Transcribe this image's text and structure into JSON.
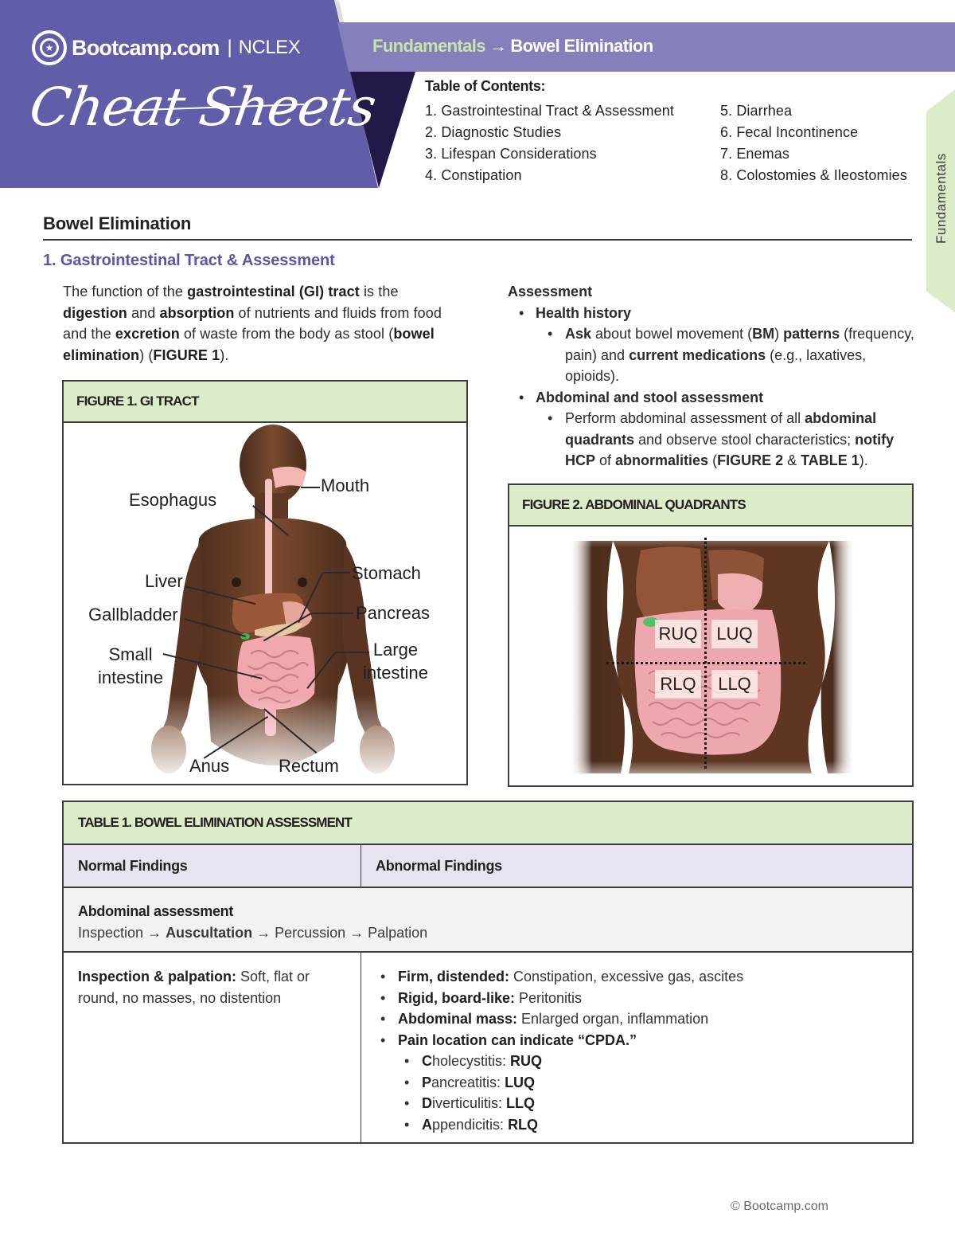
{
  "header": {
    "brand_name": "Bootcamp.com",
    "brand_separator": "|",
    "brand_product": "NCLEX",
    "title_script": "Cheat Sheets",
    "breadcrumb": {
      "section": "Fundamentals",
      "arrow": "→",
      "topic": "Bowel Elimination"
    },
    "colors": {
      "panel": "#615da8",
      "band": "#8480bb",
      "triangle": "#211a48",
      "breadcrumb_section": "#c9e4a8",
      "side_tab": "#dcebc8",
      "heading_accent": "#5a56a6",
      "figure_header": "#dcebc8",
      "table_header": "#e6e4f1"
    }
  },
  "toc": {
    "title": "Table of Contents:",
    "items": [
      "1. Gastrointestinal Tract & Assessment",
      "2. Diagnostic Studies",
      "3. Lifespan Considerations",
      "4. Constipation",
      "5. Diarrhea",
      "6. Fecal Incontinence",
      "7. Enemas",
      "8. Colostomies & Ileostomies"
    ]
  },
  "side_tab": {
    "label": "Fundamentals"
  },
  "page": {
    "title": "Bowel Elimination",
    "section_heading": "1. Gastrointestinal Tract & Assessment"
  },
  "intro": {
    "segments": [
      {
        "t": "The function of the ",
        "b": false
      },
      {
        "t": "gastrointestinal (GI) tract",
        "b": true
      },
      {
        "t": " is the ",
        "b": false
      },
      {
        "t": "digestion",
        "b": true
      },
      {
        "t": " and ",
        "b": false
      },
      {
        "t": "absorption",
        "b": true
      },
      {
        "t": " of nutrients and fluids from food and the ",
        "b": false
      },
      {
        "t": "excretion",
        "b": true
      },
      {
        "t": " of waste from the body as stool (",
        "b": false
      },
      {
        "t": "bowel elimination",
        "b": true
      },
      {
        "t": ") (",
        "b": false
      },
      {
        "t": "FIGURE 1",
        "b": true
      },
      {
        "t": ").",
        "b": false
      }
    ]
  },
  "assessment": {
    "title": "Assessment",
    "bullet": "•",
    "items": [
      {
        "label": "Health history",
        "sub": [
          {
            "segments": [
              {
                "t": "Ask",
                "b": true
              },
              {
                "t": " about bowel movement (",
                "b": false
              },
              {
                "t": "BM",
                "b": true
              },
              {
                "t": ") ",
                "b": false
              },
              {
                "t": "patterns",
                "b": true
              },
              {
                "t": " (frequency, pain) and ",
                "b": false
              },
              {
                "t": "current medications",
                "b": true
              },
              {
                "t": " (e.g., laxatives, opioids).",
                "b": false
              }
            ]
          }
        ]
      },
      {
        "label": "Abdominal and stool assessment",
        "sub": [
          {
            "segments": [
              {
                "t": "Perform abdominal assessment of all ",
                "b": false
              },
              {
                "t": "abdominal quadrants",
                "b": true
              },
              {
                "t": " and observe stool characteristics; ",
                "b": false
              },
              {
                "t": "notify HCP",
                "b": true
              },
              {
                "t": " of ",
                "b": false
              },
              {
                "t": "abnormalities",
                "b": true
              },
              {
                "t": " (",
                "b": false
              },
              {
                "t": "FIGURE 2",
                "b": true
              },
              {
                "t": " & ",
                "b": false
              },
              {
                "t": "TABLE 1",
                "b": true
              },
              {
                "t": ").",
                "b": false
              }
            ]
          }
        ]
      }
    ]
  },
  "figure1": {
    "title": "FIGURE 1. GI TRACT",
    "labels": {
      "mouth": "Mouth",
      "esophagus": "Esophagus",
      "liver": "Liver",
      "stomach": "Stomach",
      "gallbladder": "Gallbladder",
      "pancreas": "Pancreas",
      "small_intestine": "Small\nintestine",
      "large_intestine": "Large\nintestine",
      "anus": "Anus",
      "rectum": "Rectum"
    }
  },
  "figure2": {
    "title": "FIGURE 2. ABDOMINAL QUADRANTS",
    "quadrants": {
      "ruq": "RUQ",
      "luq": "LUQ",
      "rlq": "RLQ",
      "llq": "LLQ"
    }
  },
  "table1": {
    "title": "TABLE 1. BOWEL ELIMINATION ASSESSMENT",
    "col_normal": "Normal Findings",
    "col_abnormal": "Abnormal Findings",
    "span_title": "Abdominal assessment",
    "span_sequence": [
      {
        "t": "Inspection → ",
        "b": false
      },
      {
        "t": "Auscultation",
        "b": true
      },
      {
        "t": " → Percussion → Palpation",
        "b": false
      }
    ],
    "normal": {
      "label": "Inspection & palpation:",
      "text": " Soft, flat or round, no masses, no distention"
    },
    "abnormal": [
      {
        "label": "Firm, distended:",
        "text": " Constipation, excessive gas, ascites",
        "level": 1
      },
      {
        "label": "Rigid, board-like:",
        "text": " Peritonitis",
        "level": 1
      },
      {
        "label": "Abdominal mass:",
        "text": " Enlarged organ, inflammation",
        "level": 1
      },
      {
        "label": "Pain location can indicate “CPDA.”",
        "text": "",
        "level": 1
      },
      {
        "initial": "C",
        "rest": "holecystitis: ",
        "quad": "RUQ",
        "level": 2
      },
      {
        "initial": "P",
        "rest": "ancreatitis: ",
        "quad": "LUQ",
        "level": 2
      },
      {
        "initial": "D",
        "rest": "iverticulitis: ",
        "quad": "LLQ",
        "level": 2
      },
      {
        "initial": "A",
        "rest": "ppendicitis: ",
        "quad": "RLQ",
        "level": 2
      }
    ]
  },
  "footer": {
    "copyright": "© Bootcamp.com"
  }
}
